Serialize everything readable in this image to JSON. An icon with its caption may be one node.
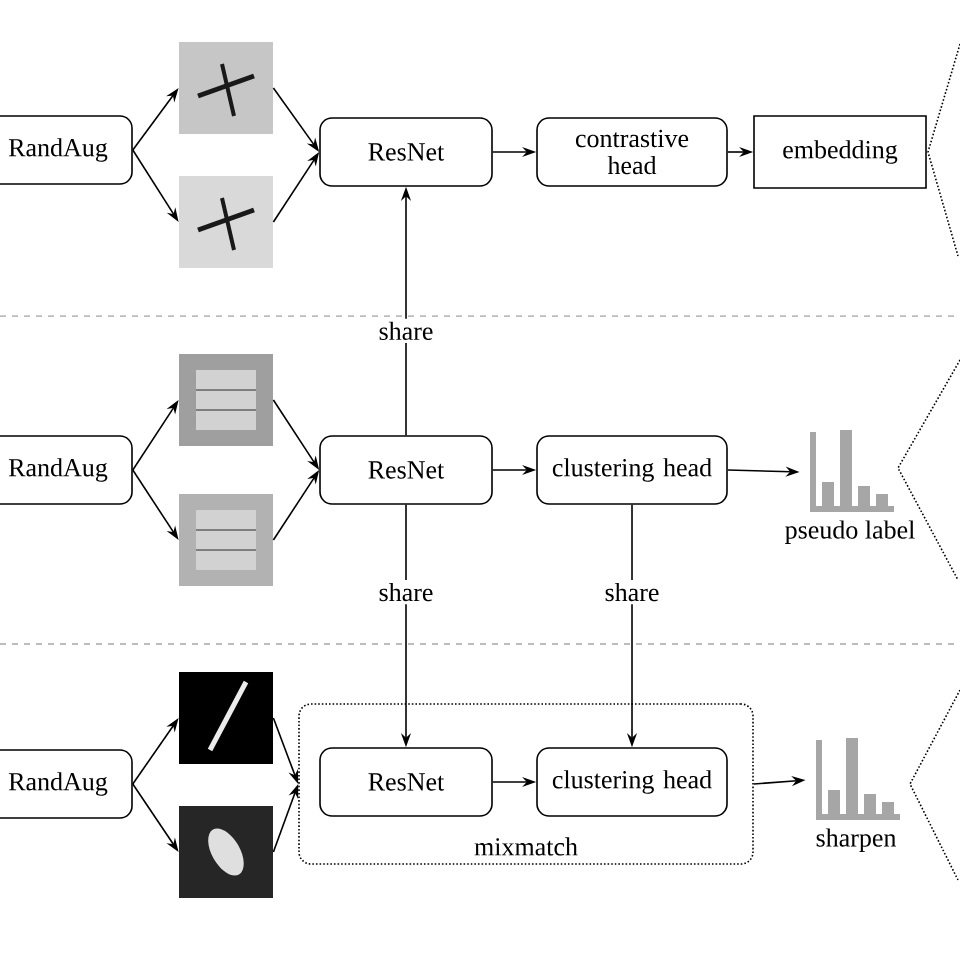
{
  "diagram": {
    "nodes": [
      {
        "text": [
          "RandAug"
        ]
      },
      {
        "text": [],
        "shape": "picture"
      },
      {
        "text": [],
        "shape": "picture"
      },
      {
        "text": [
          "ResNet"
        ]
      },
      {
        "text": [
          "contrastive head"
        ]
      },
      {
        "text": [
          "embedding"
        ]
      },
      {
        "text": [
          "RandAug"
        ]
      },
      {
        "text": [],
        "shape": "picture"
      },
      {
        "text": [],
        "shape": "picture"
      },
      {
        "text": [
          "ResNet"
        ]
      },
      {
        "text": [
          "clustering head"
        ]
      },
      {
        "text": [
          "pseudo label"
        ]
      },
      {
        "text": [
          "RandAug"
        ]
      },
      {
        "text": [],
        "shape": "picture"
      },
      {
        "text": [],
        "shape": "picture"
      },
      {
        "text": [
          "mixmatch"
        ]
      },
      {
        "text": [
          "ResNet"
        ],
        "in": 15
      },
      {
        "text": [
          "clustering head"
        ],
        "in": 15
      },
      {
        "text": [
          "sharpen"
        ]
      }
    ],
    "edges": [
      {
        "from": 0,
        "to": 1,
        "arrow": "to"
      },
      {
        "from": 0,
        "to": 2,
        "arrow": "to"
      },
      {
        "from": 1,
        "to": 3,
        "arrow": "to"
      },
      {
        "from": 2,
        "to": 3,
        "arrow": "to"
      },
      {
        "from": 3,
        "to": 4,
        "arrow": "to"
      },
      {
        "from": 4,
        "to": 5,
        "arrow": "to"
      },
      {
        "from": 9,
        "to": 3,
        "arrow": "to",
        "label": "share"
      },
      {
        "from": 6,
        "to": 7,
        "arrow": "to"
      },
      {
        "from": 6,
        "to": 8,
        "arrow": "to"
      },
      {
        "from": 7,
        "to": 9,
        "arrow": "to"
      },
      {
        "from": 8,
        "to": 9,
        "arrow": "to"
      },
      {
        "from": 9,
        "to": 10,
        "arrow": "to"
      },
      {
        "from": 10,
        "to": 11,
        "arrow": "to"
      },
      {
        "from": 9,
        "to": 16,
        "arrow": "to",
        "label": "share"
      },
      {
        "from": 10,
        "to": 17,
        "arrow": "to",
        "label": "share"
      },
      {
        "from": 12,
        "to": 13,
        "arrow": "to"
      },
      {
        "from": 12,
        "to": 14,
        "arrow": "to"
      },
      {
        "from": 13,
        "to": 15,
        "arrow": "to"
      },
      {
        "from": 14,
        "to": 15,
        "arrow": "to"
      },
      {
        "from": 16,
        "to": 17,
        "arrow": "to"
      },
      {
        "from": 15,
        "to": 18,
        "arrow": "to"
      }
    ]
  }
}
